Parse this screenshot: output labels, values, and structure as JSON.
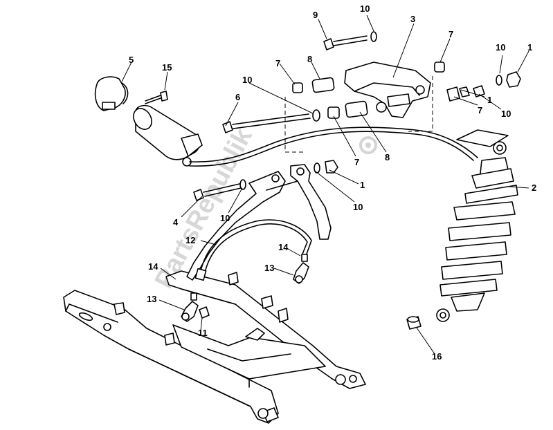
{
  "diagram": {
    "watermark": "PartsRepublik",
    "callouts": [
      {
        "id": "c-9",
        "text": "9",
        "part": "bolt"
      },
      {
        "id": "c-10a",
        "text": "10",
        "part": "washer"
      },
      {
        "id": "c-3",
        "text": "3",
        "part": "rocker-linkage"
      },
      {
        "id": "c-7a",
        "text": "7",
        "part": "spacer"
      },
      {
        "id": "c-10b",
        "text": "10",
        "part": "washer"
      },
      {
        "id": "c-1a",
        "text": "1",
        "part": "nut"
      },
      {
        "id": "c-5",
        "text": "5",
        "part": "reservoir-clamp"
      },
      {
        "id": "c-15",
        "text": "15",
        "part": "screw"
      },
      {
        "id": "c-7b",
        "text": "7",
        "part": "spacer"
      },
      {
        "id": "c-8a",
        "text": "8",
        "part": "bushing"
      },
      {
        "id": "c-10c",
        "text": "10",
        "part": "washer"
      },
      {
        "id": "c-6",
        "text": "6",
        "part": "bolt"
      },
      {
        "id": "c-1b",
        "text": "1",
        "part": "nut"
      },
      {
        "id": "c-7c",
        "text": "7",
        "part": "spacer"
      },
      {
        "id": "c-10d",
        "text": "10",
        "part": "washer"
      },
      {
        "id": "c-7d",
        "text": "7",
        "part": "spacer"
      },
      {
        "id": "c-8b",
        "text": "8",
        "part": "bushing"
      },
      {
        "id": "c-1c",
        "text": "1",
        "part": "nut"
      },
      {
        "id": "c-2",
        "text": "2",
        "part": "rear-shock-absorber"
      },
      {
        "id": "c-10e",
        "text": "10",
        "part": "washer"
      },
      {
        "id": "c-4",
        "text": "4",
        "part": "bolt"
      },
      {
        "id": "c-10f",
        "text": "10",
        "part": "washer"
      },
      {
        "id": "c-12",
        "text": "12",
        "part": "brake-hose"
      },
      {
        "id": "c-14a",
        "text": "14",
        "part": "hose-fitting"
      },
      {
        "id": "c-13a",
        "text": "13",
        "part": "banjo-fitting"
      },
      {
        "id": "c-14b",
        "text": "14",
        "part": "hose-fitting"
      },
      {
        "id": "c-13b",
        "text": "13",
        "part": "banjo-fitting"
      },
      {
        "id": "c-11",
        "text": "11",
        "part": "nut"
      },
      {
        "id": "c-16",
        "text": "16",
        "part": "grease-nipple"
      }
    ]
  }
}
